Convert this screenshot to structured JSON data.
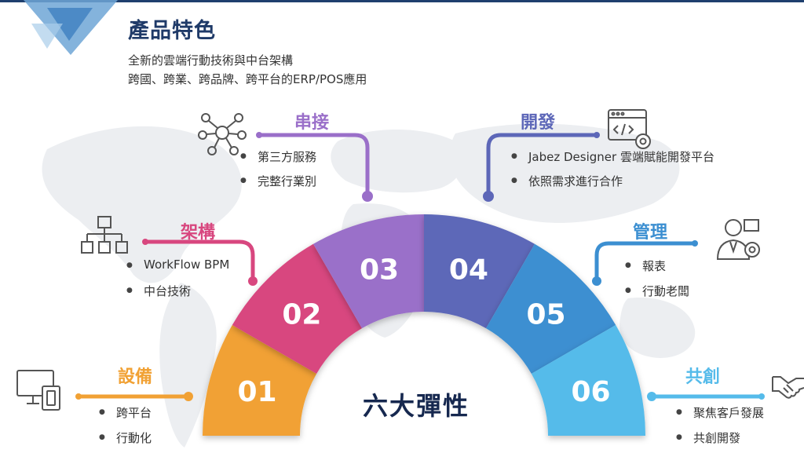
{
  "title": "產品特色",
  "subtitle": [
    "全新的雲端行動技術與中台架構",
    "跨國、跨業、跨品牌、跨平台的ERP/POS應用"
  ],
  "center_label": "六大彈性",
  "segments": [
    {
      "num": "01",
      "color": "#f1a134",
      "heading": "設備",
      "items": [
        "跨平台",
        "行動化"
      ],
      "icon": "devices-icon"
    },
    {
      "num": "02",
      "color": "#d8477f",
      "heading": "架構",
      "items": [
        "WorkFlow BPM",
        "中台技術"
      ],
      "icon": "hierarchy-icon"
    },
    {
      "num": "03",
      "color": "#9a6fc9",
      "heading": "串接",
      "items": [
        "第三方服務",
        "完整行業別"
      ],
      "icon": "network-icon"
    },
    {
      "num": "04",
      "color": "#5d67b8",
      "heading": "開發",
      "items": [
        "Jabez Designer 雲端賦能開發平台",
        "依照需求進行合作"
      ],
      "icon": "code-window-gear-icon"
    },
    {
      "num": "05",
      "color": "#3c8fd1",
      "heading": "管理",
      "items": [
        "報表",
        "行動老闆"
      ],
      "icon": "manager-gear-icon"
    },
    {
      "num": "06",
      "color": "#55bbea",
      "heading": "共創",
      "items": [
        "聚焦客戶發展",
        "共創開發"
      ],
      "icon": "handshake-icon"
    }
  ]
}
